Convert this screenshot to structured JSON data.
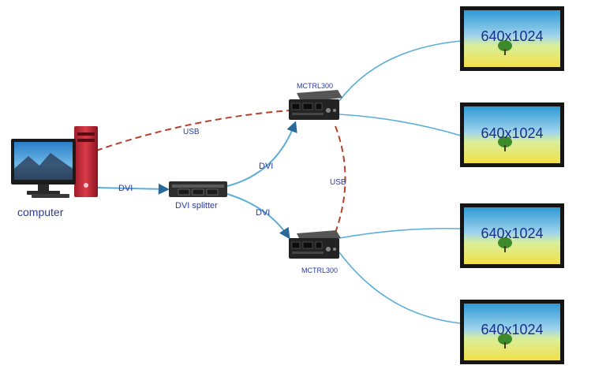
{
  "computer": {
    "label": "computer"
  },
  "splitter": {
    "label": "DVI splitter"
  },
  "controllers": [
    {
      "label": "MCTRL300"
    },
    {
      "label": "MCTRL300"
    }
  ],
  "connections": {
    "computer_to_splitter": "DVI",
    "splitter_to_top": "DVI",
    "splitter_to_bottom": "DVI",
    "usb_computer": "USB",
    "usb_between": "USB"
  },
  "displays": [
    {
      "resolution": "640x1024"
    },
    {
      "resolution": "640x1024"
    },
    {
      "resolution": "640x1024"
    },
    {
      "resolution": "640x1024"
    }
  ],
  "colors": {
    "signal_line": "#5aaed8",
    "usb_line": "#b8402a",
    "label_text": "#2b3a9a",
    "arrow": "#2a6a9a",
    "display_text": "#1a2f8a"
  }
}
